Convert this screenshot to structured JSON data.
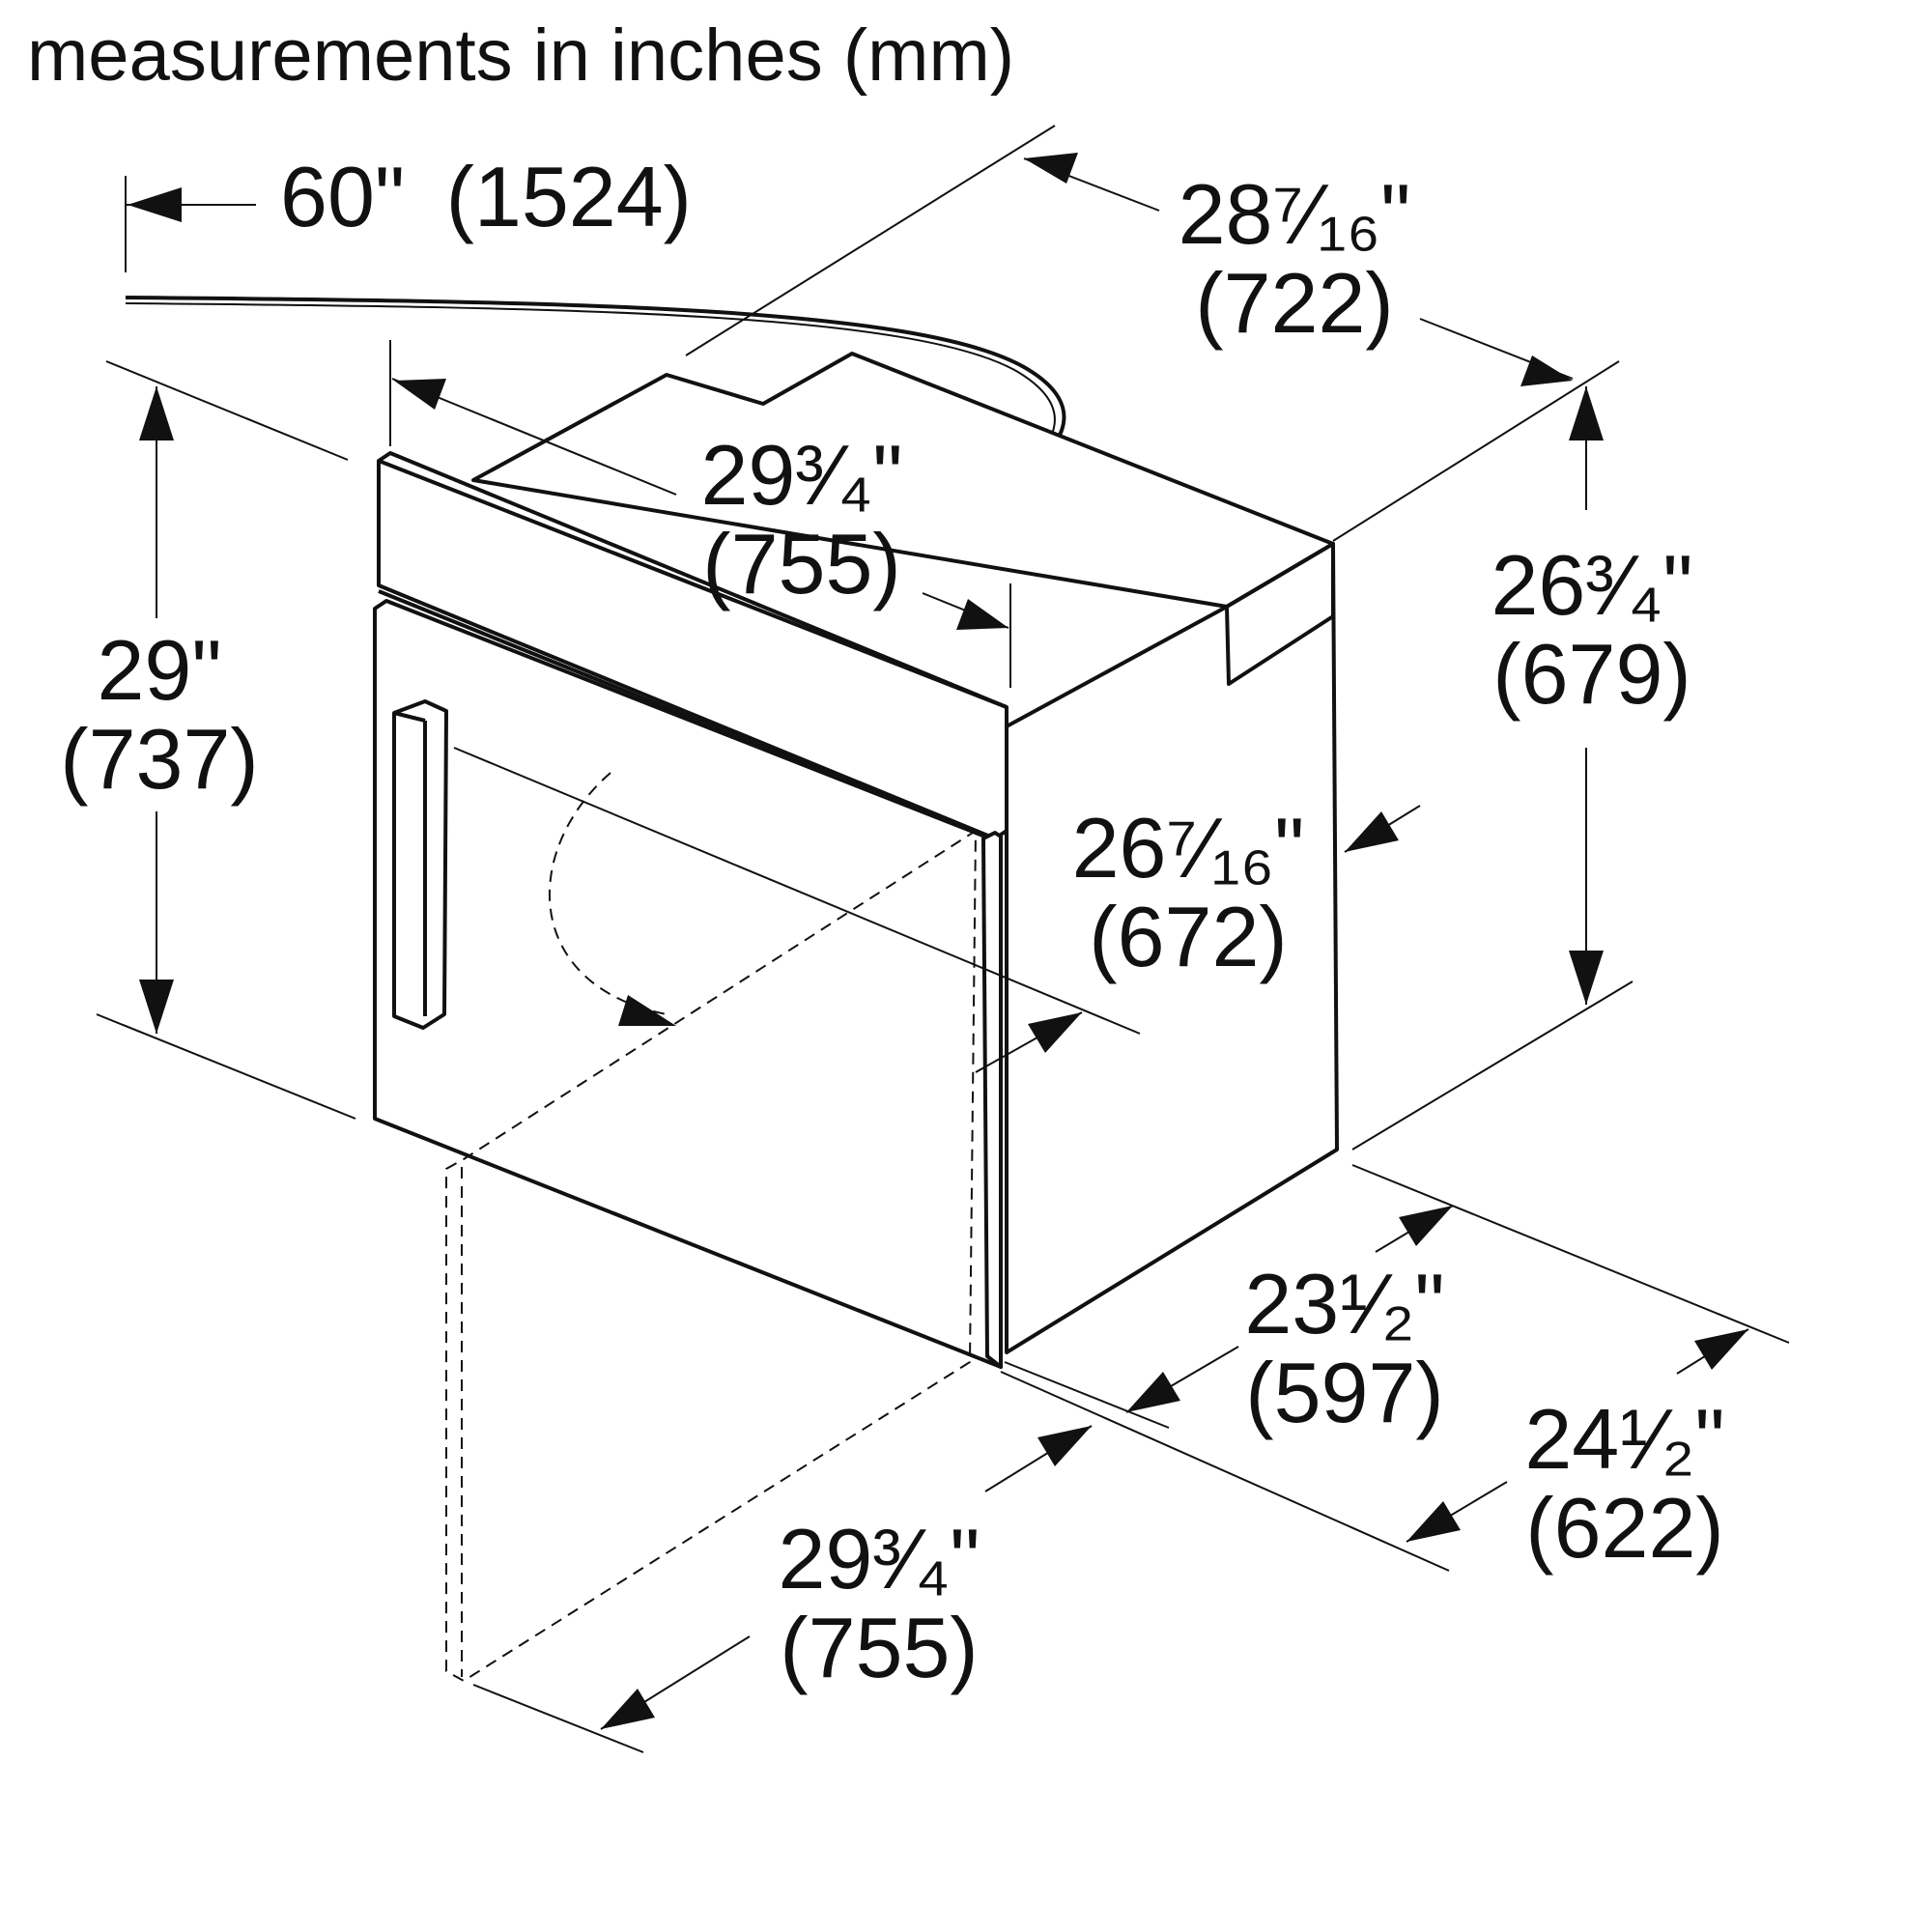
{
  "title": "measurements in inches (mm)",
  "dimensions": {
    "cord_length": {
      "inches": "60\"",
      "mm": "(1524)"
    },
    "top_depth": {
      "inches": "28⁷⁄₁₆\"",
      "mm": "(722)"
    },
    "trim_width_top": {
      "inches": "29³⁄₄\"",
      "mm": "(755)"
    },
    "overall_height": {
      "inches": "29\"",
      "mm": "(737)"
    },
    "body_height": {
      "inches": "26³⁄₄\"",
      "mm": "(679)"
    },
    "door_depth": {
      "inches": "26⁷⁄₁₆\"",
      "mm": "(672)"
    },
    "body_depth": {
      "inches": "23¹⁄₂\"",
      "mm": "(597)"
    },
    "overall_depth": {
      "inches": "24¹⁄₂\"",
      "mm": "(622)"
    },
    "door_swing_width": {
      "inches": "29³⁄₄\"",
      "mm": "(755)"
    }
  }
}
